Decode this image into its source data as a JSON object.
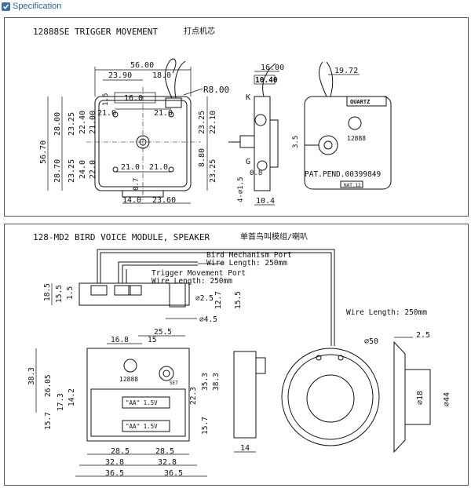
{
  "header": {
    "label": "Specification"
  },
  "panel1": {
    "title": "12888SE TRIGGER MOVEMENT",
    "title_cn": "打点机芯",
    "front": {
      "w56": "56.00",
      "w2390": "23.90",
      "w180": "18.0",
      "w160": "16.0",
      "w210a": "21.0",
      "w210b": "21.0",
      "w210c": "21.0",
      "w210d": "21.0",
      "w140": "14.0",
      "w2360": "23.60",
      "r800": "R8.00",
      "h5670": "56.70",
      "h2800": "28.00",
      "h2870": "28.70",
      "h2325a": "23.25",
      "h2325b": "23.25",
      "h2325c": "23.25",
      "h2325d": "23.25",
      "h2240": "22.40",
      "h2100": "21.00",
      "h240": "24.0",
      "h2200": "22.0",
      "h880": "8.80",
      "h2210": "22.10",
      "h16": "1.6",
      "h07": "0.7"
    },
    "side": {
      "w1600": "16.00",
      "w1040": "10.40",
      "k": "K",
      "g": "G",
      "d08": "0.8",
      "d4": "4-∅1.5",
      "w104": "10.4"
    },
    "right": {
      "w1972": "19.72",
      "quartz": "QUARTZ",
      "model": "12888",
      "pat": "PAT.PEND.00399849",
      "d35": "3.5",
      "tag": "NAT.12"
    }
  },
  "panel2": {
    "title": "128-MD2 BIRD VOICE MODULE, SPEAKER",
    "title_cn": "单首鸟叫模组/喇叭",
    "wire1a": "Bird Mechanism Port",
    "wire1b": "Wire Length: 250mm",
    "wire2a": "Trigger Movement Port",
    "wire2b": "Wire Length: 250mm",
    "wire3": "Wire Length: 250mm",
    "top": {
      "h185": "18.5",
      "h155": "15.5",
      "h15": "1.5",
      "d25": "∅2.5",
      "h127": "12.7",
      "h155b": "15.5",
      "d45": "∅4.5"
    },
    "front": {
      "w168": "16.8",
      "w15": "15",
      "w255": "25.5",
      "h383": "38.3",
      "h2605": "26.05",
      "h173": "17.3",
      "h142": "14.2",
      "h157": "15.7",
      "h353": "35.3",
      "h383b": "38.3",
      "h223": "22.3",
      "h157b": "15.7",
      "model": "12888",
      "set": "SET",
      "bat1": "\"AA\" 1.5V",
      "bat2": "\"AA\" 1.5V",
      "w285a": "28.5",
      "w285b": "28.5",
      "w328a": "32.8",
      "w328b": "32.8",
      "w365a": "36.5",
      "w365b": "36.5"
    },
    "side": {
      "w14": "14"
    },
    "speaker": {
      "d50": "∅50",
      "w25": "2.5",
      "d18": "∅18",
      "d44": "∅44"
    }
  }
}
